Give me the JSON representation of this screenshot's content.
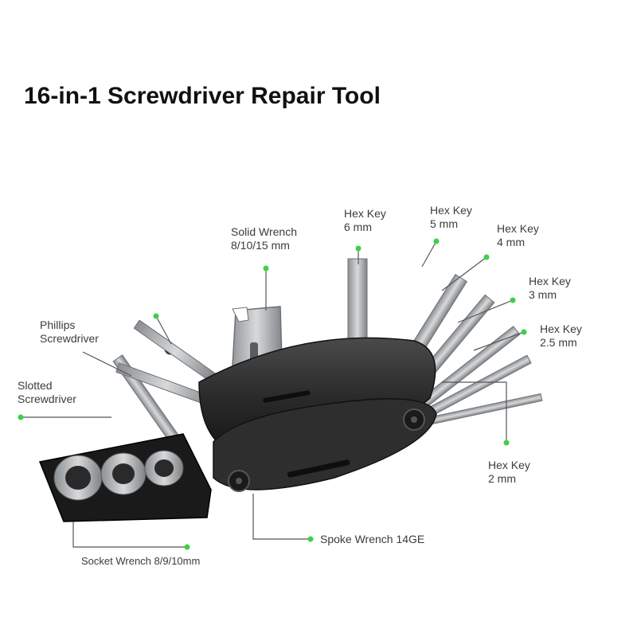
{
  "title": "16-in-1 Screwdriver Repair Tool",
  "colors": {
    "marker": "#3fcf4a",
    "leader": "#555555",
    "tool_body": "#2b2b2b",
    "tool_steel": "#a9acaf",
    "text": "#3c3c3c"
  },
  "labels": {
    "solid_wrench": {
      "line1": "Solid Wrench",
      "line2": "8/10/15 mm"
    },
    "hex_6": {
      "line1": "Hex Key",
      "line2": "6 mm"
    },
    "hex_5": {
      "line1": "Hex Key",
      "line2": "5 mm"
    },
    "hex_4": {
      "line1": "Hex Key",
      "line2": "4 mm"
    },
    "hex_3": {
      "line1": "Hex Key",
      "line2": "3 mm"
    },
    "hex_25": {
      "line1": "Hex Key",
      "line2": "2.5 mm"
    },
    "hex_2": {
      "line1": "Hex Key",
      "line2": "2 mm"
    },
    "phillips": {
      "line1": "Phillips",
      "line2": "Screwdriver"
    },
    "slotted": {
      "line1": "Slotted",
      "line2": "Screwdriver"
    },
    "spoke_wrench": {
      "line1": "Spoke Wrench 14GE"
    },
    "socket_wrench": {
      "line1": "Socket Wrench 8/9/10mm"
    }
  }
}
